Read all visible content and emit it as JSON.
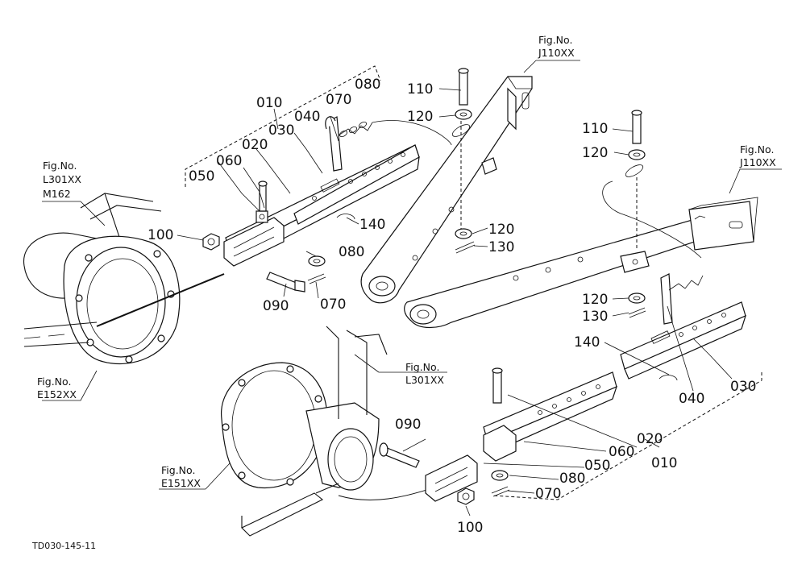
{
  "diagram": {
    "drawing_code": "TD030-145-11",
    "fig_refs": {
      "j110_top": {
        "line1": "Fig.No.",
        "line2": "J110XX"
      },
      "j110_right": {
        "line1": "Fig.No.",
        "line2": "J110XX"
      },
      "l301_left": {
        "line1": "Fig.No.",
        "line2": "L301XX",
        "line3": "M162"
      },
      "e152": {
        "line1": "Fig.No.",
        "line2": "E152XX"
      },
      "l301_mid": {
        "line1": "Fig.No.",
        "line2": "L301XX"
      },
      "e151": {
        "line1": "Fig.No.",
        "line2": "E151XX"
      }
    },
    "callouts_upper_left": {
      "p010": "010",
      "p020": "020",
      "p030": "030",
      "p040": "040",
      "p050": "050",
      "p060": "060",
      "p070a": "070",
      "p070b": "070",
      "p080a": "080",
      "p080b": "080",
      "p090": "090",
      "p100": "100",
      "p140": "140"
    },
    "callouts_upper_center": {
      "p110": "110",
      "p120a": "120",
      "p120b": "120",
      "p130": "130"
    },
    "callouts_right": {
      "p110": "110",
      "p120a": "120",
      "p120b": "120",
      "p130": "130",
      "p140": "140",
      "p030": "030",
      "p040": "040"
    },
    "callouts_lower": {
      "p010": "010",
      "p020": "020",
      "p050": "050",
      "p060": "060",
      "p070": "070",
      "p080": "080",
      "p090": "090",
      "p100": "100"
    }
  }
}
